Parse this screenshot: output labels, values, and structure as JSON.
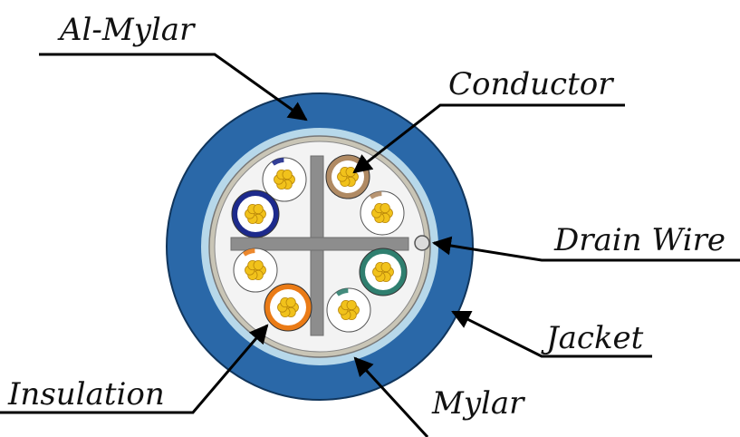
{
  "labels": {
    "al_mylar": "Al-Mylar",
    "conductor": "Conductor",
    "drain_wire": "Drain Wire",
    "jacket": "Jacket",
    "insulation": "Insulation",
    "mylar": "Mylar"
  },
  "colors": {
    "jacket": "#2a68a8",
    "al_mylar": "#b7d8ea",
    "mylar": "#c9c5b6",
    "core_fill": "#f3f3f3",
    "separator": "#8d8d8d",
    "copper": "#f1c21b",
    "pair_blue": "#1d2a8c",
    "pair_brown": "#b08a63",
    "pair_green": "#2f7f6f",
    "pair_orange": "#ea7b16",
    "leader": "#000000"
  },
  "pairs": [
    {
      "name": "blue",
      "color": "pair_blue"
    },
    {
      "name": "brown",
      "color": "pair_brown"
    },
    {
      "name": "green",
      "color": "pair_green"
    },
    {
      "name": "orange",
      "color": "pair_orange"
    }
  ]
}
